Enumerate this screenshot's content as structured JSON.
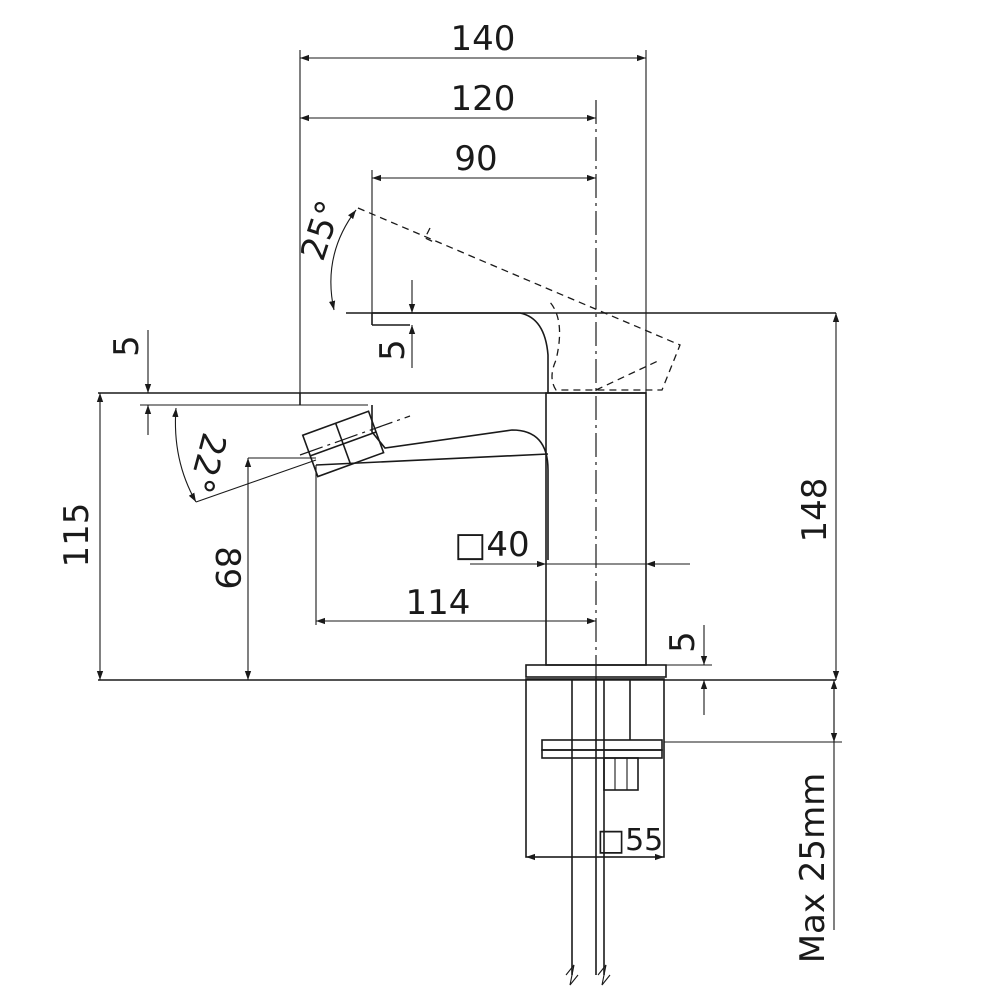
{
  "dimensions": {
    "overall_width": "140",
    "body_width": "120",
    "lever_reach": "90",
    "lever_angle": "25°",
    "lever_step": "5",
    "top_step": "5",
    "spout_angle": "22°",
    "height_total": "115",
    "spout_height": "89",
    "body_square": "□40",
    "spout_reach": "114",
    "base_step": "5",
    "overall_height": "148",
    "base_square": "□55",
    "max_thickness": "Max 25mm"
  }
}
